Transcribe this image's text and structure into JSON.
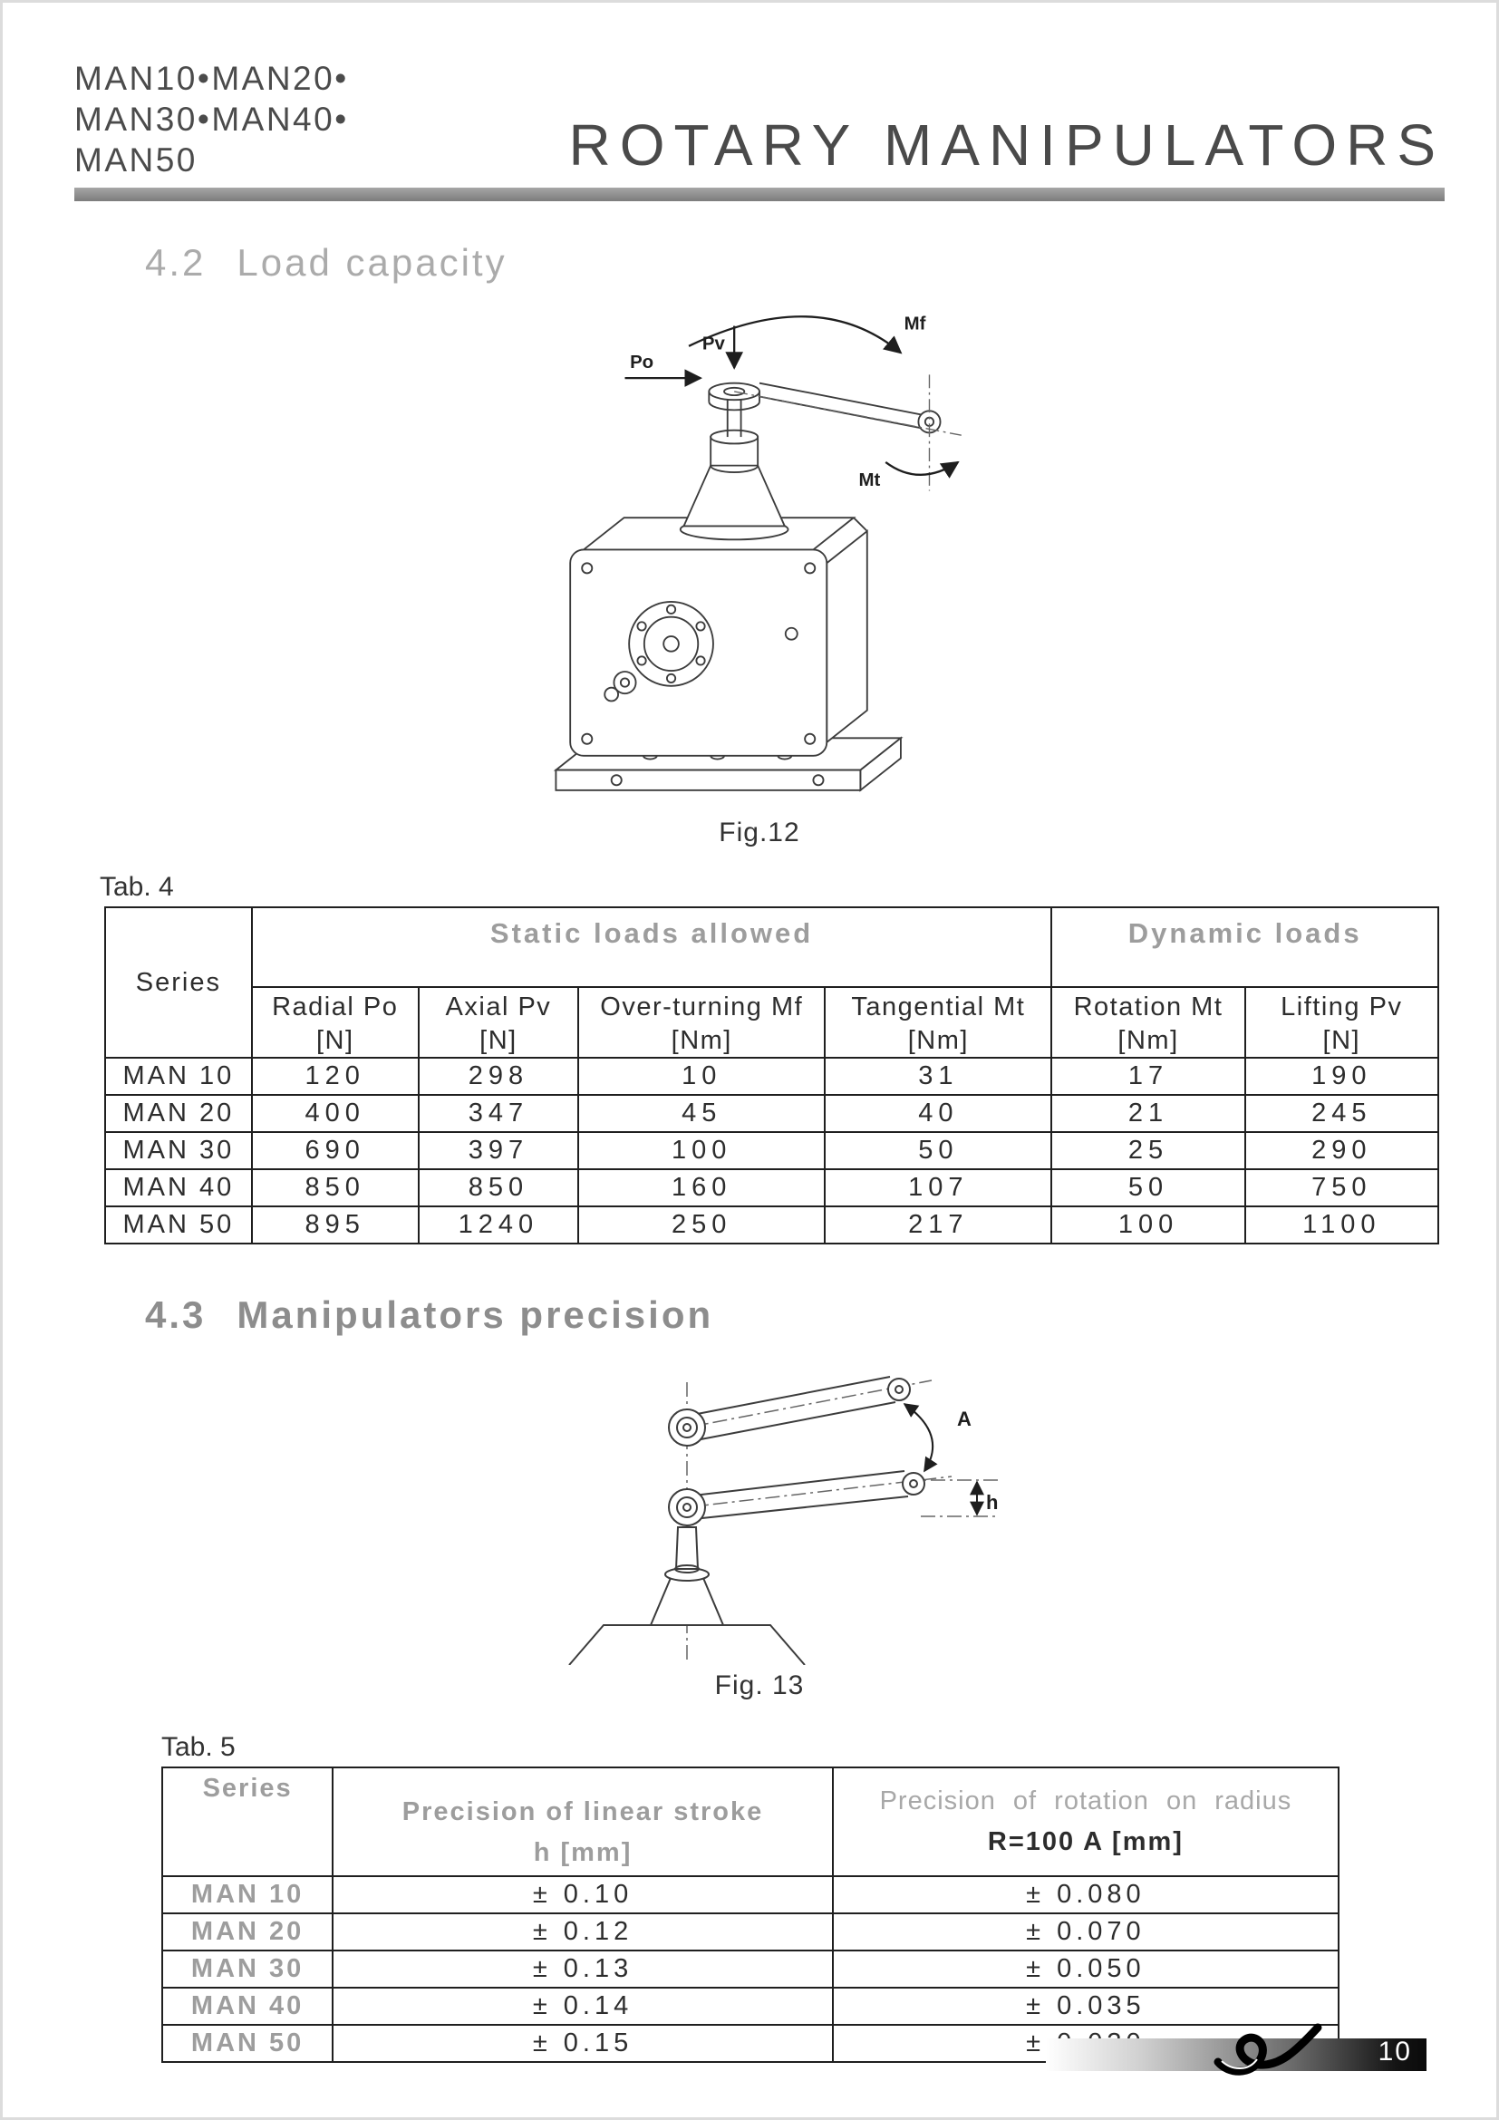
{
  "header": {
    "models_line1": "MAN10•MAN20•",
    "models_line2": "MAN30•MAN40•",
    "models_line3": "MAN50",
    "title": "ROTARY MANIPULATORS"
  },
  "section_42": {
    "number": "4.2",
    "title": "Load capacity",
    "fig_caption": "Fig.12",
    "labels": {
      "pv": "Pv",
      "po": "Po",
      "mf": "Mf",
      "mt": "Mt"
    }
  },
  "tab4": {
    "label": "Tab. 4",
    "series_header": "Series",
    "group_static": "Static loads allowed",
    "group_dynamic": "Dynamic loads",
    "cols": [
      {
        "name": "Radial Po",
        "unit": "[N]"
      },
      {
        "name": "Axial Pv",
        "unit": "[N]"
      },
      {
        "name": "Over-turning Mf",
        "unit": "[Nm]"
      },
      {
        "name": "Tangential Mt",
        "unit": "[Nm]"
      },
      {
        "name": "Rotation Mt",
        "unit": "[Nm]"
      },
      {
        "name": "Lifting Pv",
        "unit": "[N]"
      }
    ],
    "rows": [
      {
        "series": "MAN 10",
        "values": [
          "120",
          "298",
          "10",
          "31",
          "17",
          "190"
        ]
      },
      {
        "series": "MAN 20",
        "values": [
          "400",
          "347",
          "45",
          "40",
          "21",
          "245"
        ]
      },
      {
        "series": "MAN 30",
        "values": [
          "690",
          "397",
          "100",
          "50",
          "25",
          "290"
        ]
      },
      {
        "series": "MAN 40",
        "values": [
          "850",
          "850",
          "160",
          "107",
          "50",
          "750"
        ]
      },
      {
        "series": "MAN 50",
        "values": [
          "895",
          "1240",
          "250",
          "217",
          "100",
          "1100"
        ]
      }
    ]
  },
  "section_43": {
    "number": "4.3",
    "title": "Manipulators precision",
    "fig_caption": "Fig. 13",
    "labels": {
      "a": "A",
      "h": "h"
    }
  },
  "tab5": {
    "label": "Tab. 5",
    "header_series": "Series",
    "header_linear_1": "Precision of linear stroke",
    "header_linear_2": "h  [mm]",
    "header_rotation_1": "Precision of rotation on radius",
    "header_rotation_2": "R=100 A  [mm]",
    "rows": [
      {
        "series": "MAN 10",
        "linear": "± 0.10",
        "rotation": "± 0.080"
      },
      {
        "series": "MAN 20",
        "linear": "± 0.12",
        "rotation": "± 0.070"
      },
      {
        "series": "MAN 30",
        "linear": "± 0.13",
        "rotation": "± 0.050"
      },
      {
        "series": "MAN 40",
        "linear": "± 0.14",
        "rotation": "± 0.035"
      },
      {
        "series": "MAN 50",
        "linear": "± 0.15",
        "rotation": "± 0.030"
      }
    ]
  },
  "footer": {
    "page_number": "10",
    "logo_icon": "knot-logo"
  }
}
